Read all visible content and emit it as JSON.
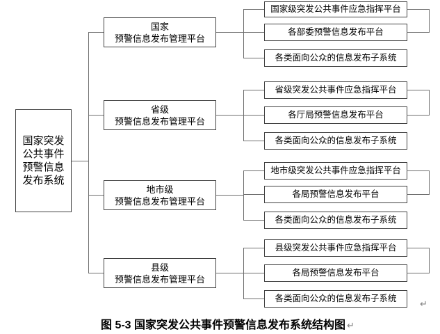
{
  "colors": {
    "background": "#ffffff",
    "box_border": "#404040",
    "connector": "#6e6e6e",
    "text": "#000000",
    "paragraph_mark": "#808080"
  },
  "root": {
    "label_lines": [
      "国家突发",
      "公共事件",
      "预警信息",
      "发布系统"
    ]
  },
  "groups": [
    {
      "manager": {
        "line1": "国家",
        "line2": "预警信息发布管理平台"
      },
      "children": [
        "国家级突发公共事件应急指挥平台",
        "各部委预警信息发布平台",
        "各类面向公众的信息发布子系统"
      ]
    },
    {
      "manager": {
        "line1": "省级",
        "line2": "预警信息发布管理平台"
      },
      "children": [
        "省级突发公共事件应急指挥平台",
        "各厅局预警信息发布平台",
        "各类面向公众的信息发布子系统"
      ]
    },
    {
      "manager": {
        "line1": "地市级",
        "line2": "预警信息发布管理平台"
      },
      "children": [
        "地市级突发公共事件应急指挥平台",
        "各局预警信息发布平台",
        "各类面向公众的信息发布子系统"
      ]
    },
    {
      "manager": {
        "line1": "县级",
        "line2": "预警信息发布管理平台"
      },
      "children": [
        "县级突发公共事件应急指挥平台",
        "各局预警信息发布平台",
        "各类面向公众的信息发布子系统"
      ]
    }
  ],
  "caption": {
    "text": "图 5-3 国家突发公共事件预警信息发布系统结构图"
  },
  "paragraph_mark": "↵"
}
